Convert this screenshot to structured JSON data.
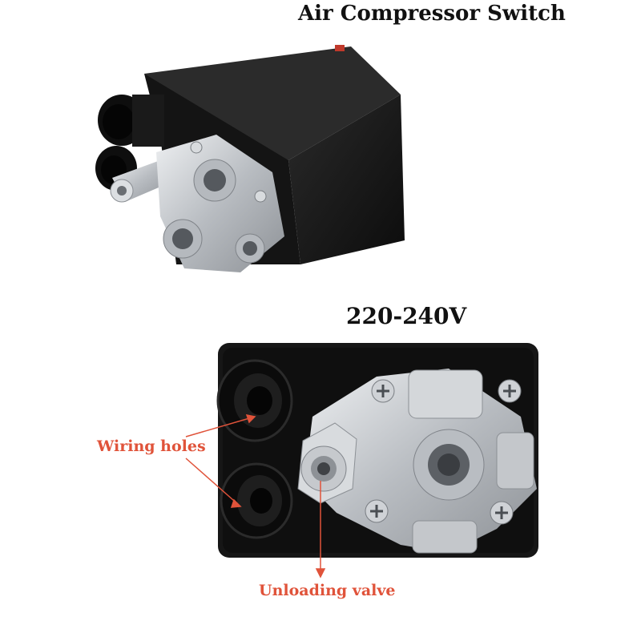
{
  "title": "Air Compressor Switch",
  "voltage": "220-240V",
  "annotations": {
    "wiring_holes": "Wiring holes",
    "unloading_valve": "Unloading valve"
  },
  "colors": {
    "housing": "#1b1b1b",
    "metal": "#c9ccd0",
    "label_red": "#e0533a"
  }
}
